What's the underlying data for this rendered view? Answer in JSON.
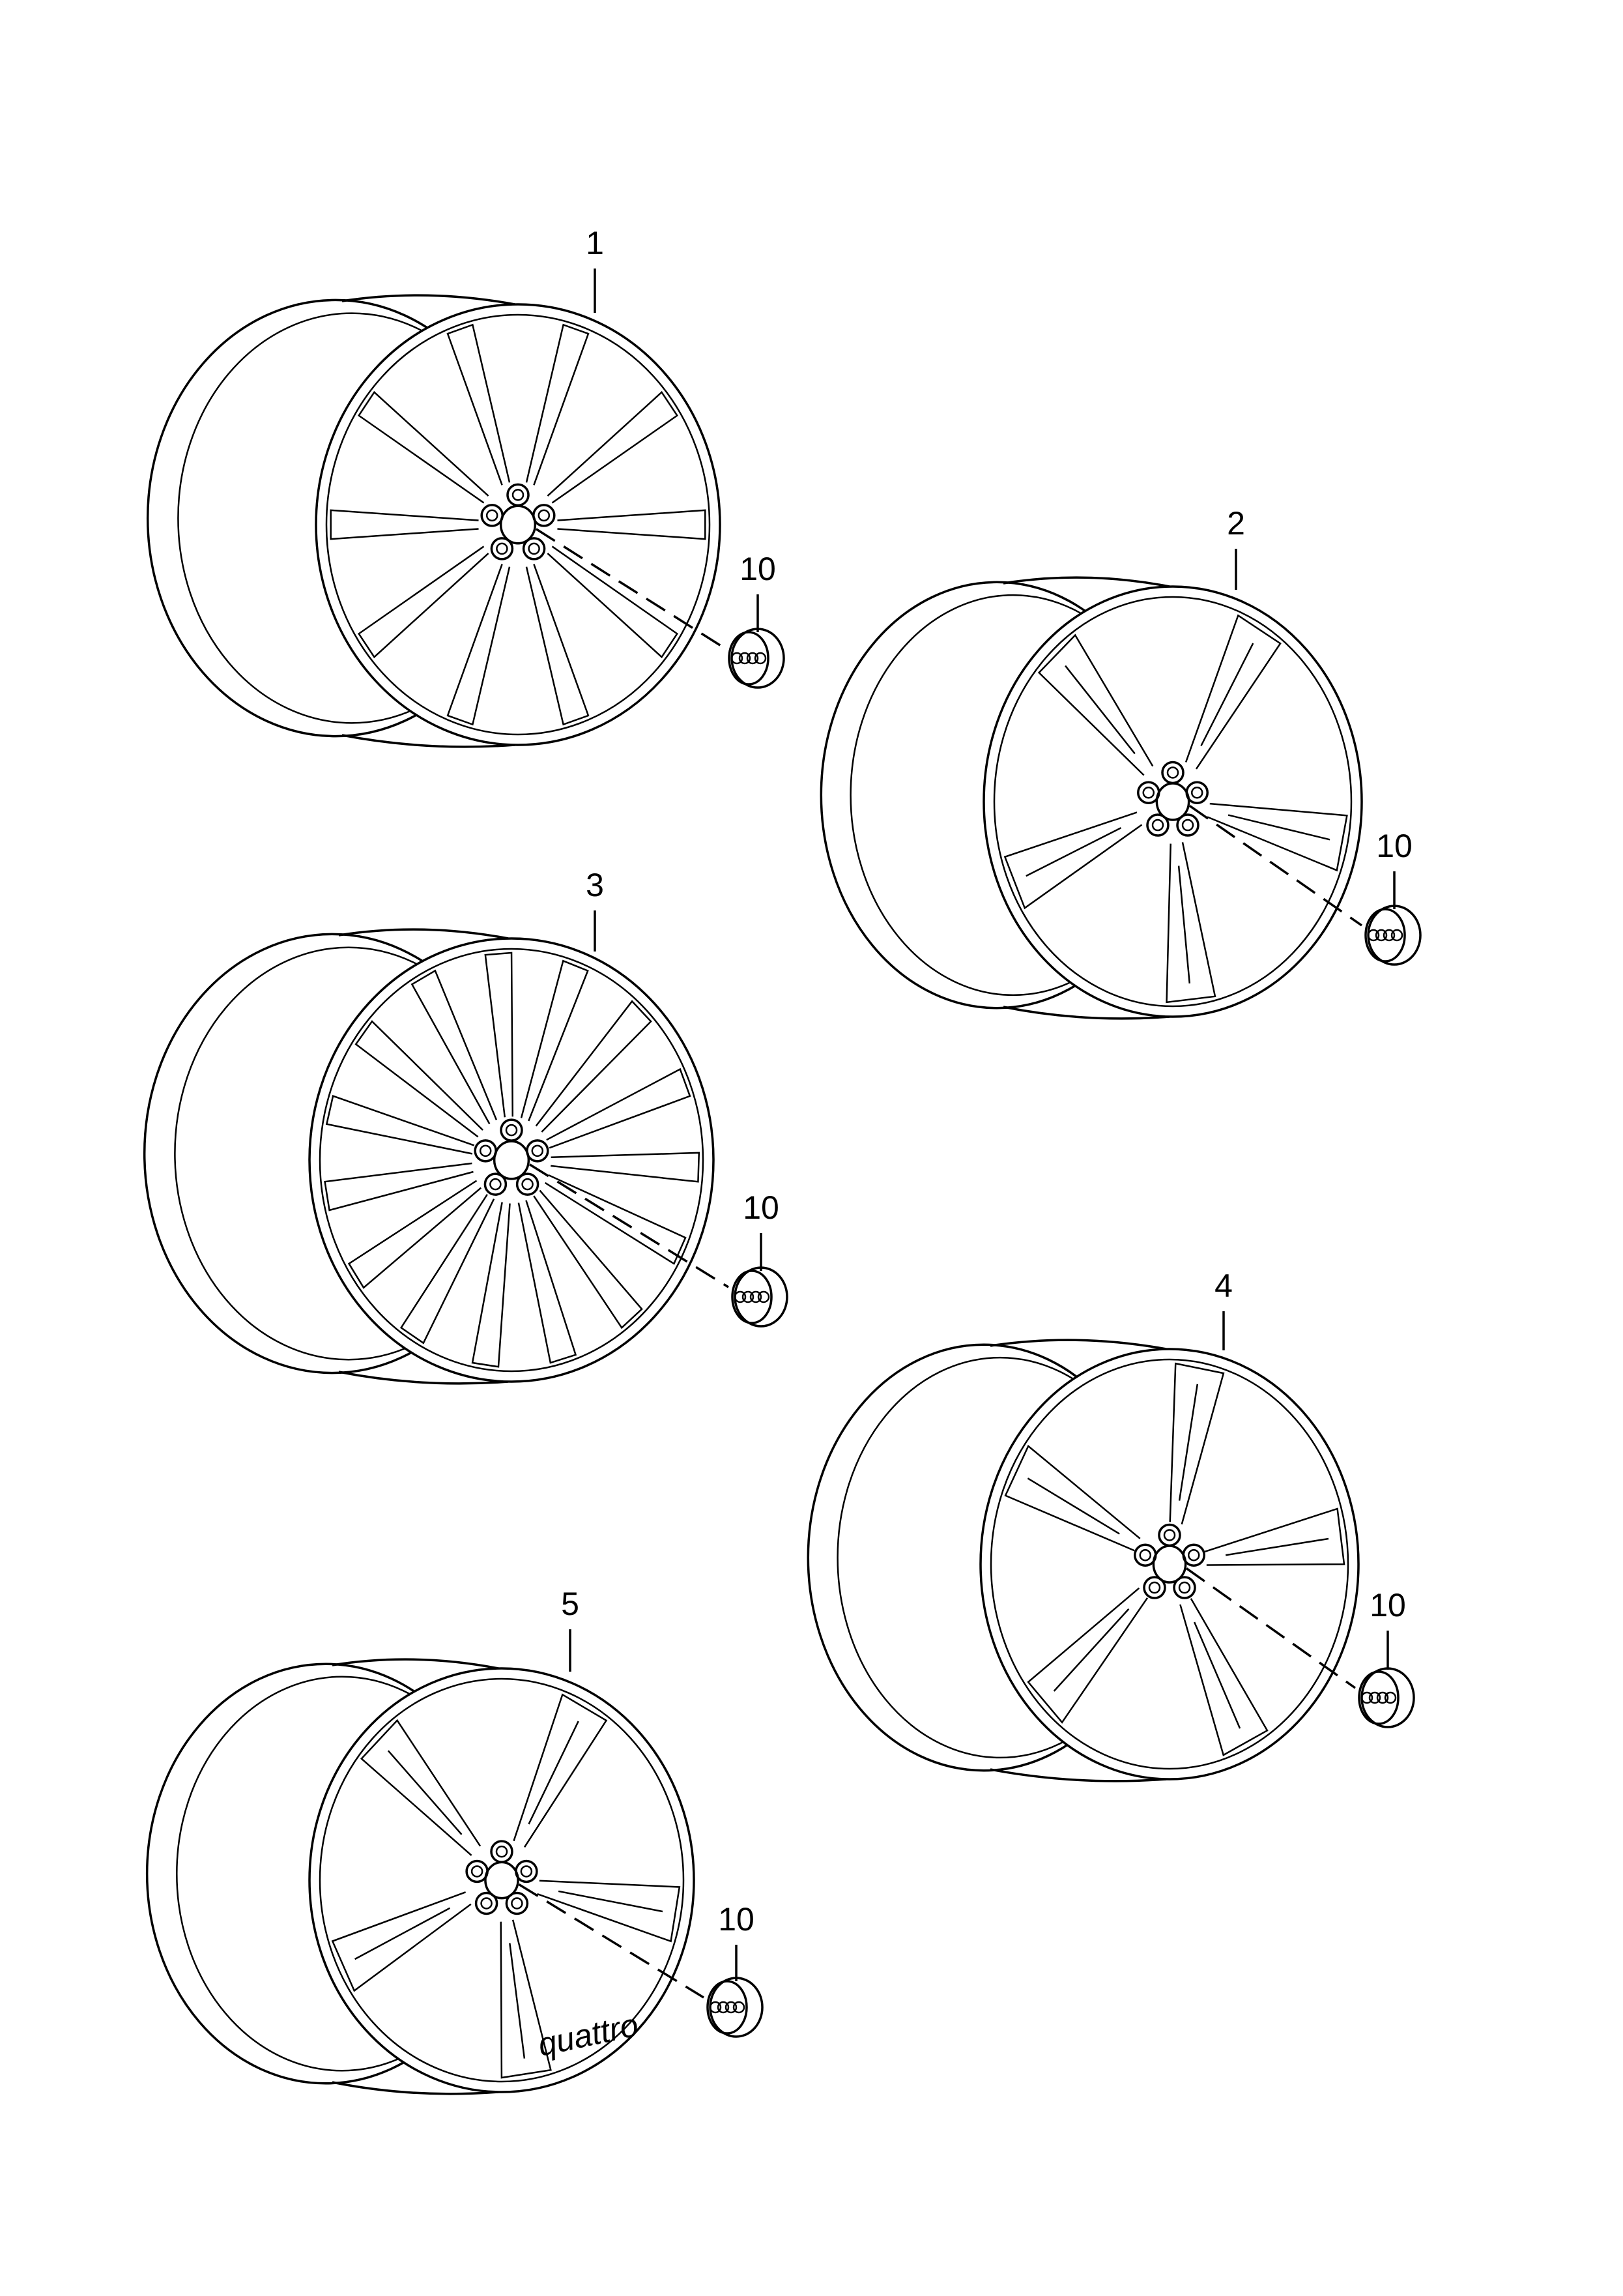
{
  "diagram": {
    "wheels": [
      {
        "label": "1",
        "spokes": 10,
        "hubcap_label": "10"
      },
      {
        "label": "2",
        "spokes": 5,
        "hubcap_label": "10"
      },
      {
        "label": "3",
        "spokes": 15,
        "hubcap_label": "10"
      },
      {
        "label": "4",
        "spokes": 5,
        "hubcap_label": "10"
      },
      {
        "label": "5",
        "spokes": 5,
        "hubcap_label": "10",
        "rim_text": "quattro"
      }
    ]
  }
}
